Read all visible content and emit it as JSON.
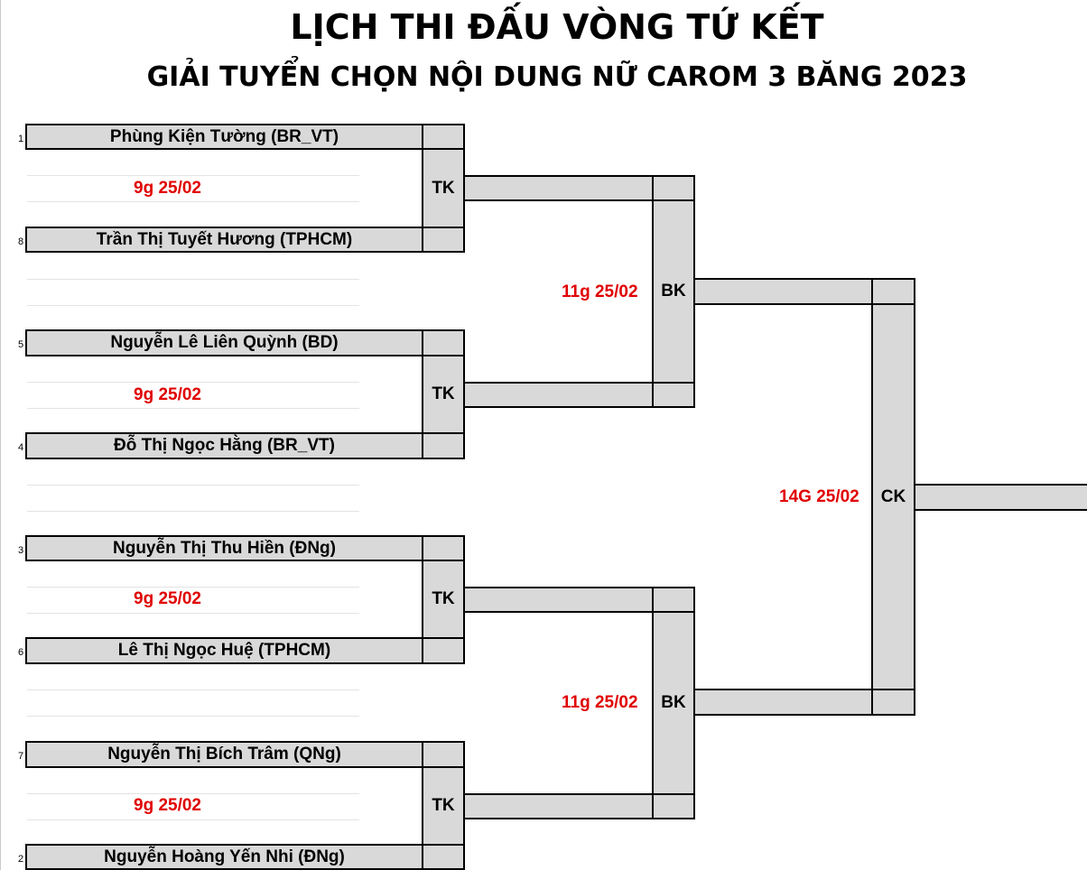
{
  "title": "LỊCH THI ĐẤU VÒNG TỨ KẾT",
  "subtitle": "GIẢI TUYỂN CHỌN NỘI DUNG NỮ CAROM 3 BĂNG 2023",
  "players": [
    {
      "seed": "1",
      "name": "Phùng Kiện Tường (BR_VT)"
    },
    {
      "seed": "8",
      "name": "Trần Thị Tuyết Hương (TPHCM)"
    },
    {
      "seed": "5",
      "name": "Nguyễn Lê Liên Quỳnh (BD)"
    },
    {
      "seed": "4",
      "name": "Đỗ Thị Ngọc Hằng (BR_VT)"
    },
    {
      "seed": "3",
      "name": "Nguyễn Thị Thu Hiền (ĐNg)"
    },
    {
      "seed": "6",
      "name": "Lê Thị Ngọc Huệ (TPHCM)"
    },
    {
      "seed": "7",
      "name": "Nguyễn Thị Bích Trâm (QNg)"
    },
    {
      "seed": "2",
      "name": "Nguyễn Hoàng Yến Nhi (ĐNg)"
    }
  ],
  "quarterfinals": [
    {
      "label": "TK",
      "time": "9g 25/02"
    },
    {
      "label": "TK",
      "time": "9g 25/02"
    },
    {
      "label": "TK",
      "time": "9g 25/02"
    },
    {
      "label": "TK",
      "time": "9g 25/02"
    }
  ],
  "semifinals": [
    {
      "label": "BK",
      "time": "11g 25/02"
    },
    {
      "label": "BK",
      "time": "11g 25/02"
    }
  ],
  "final": {
    "label": "CK",
    "time": "14G 25/02"
  },
  "colors": {
    "box_fill": "#d9d9d9",
    "border": "#000000",
    "time_text": "#e00000"
  }
}
